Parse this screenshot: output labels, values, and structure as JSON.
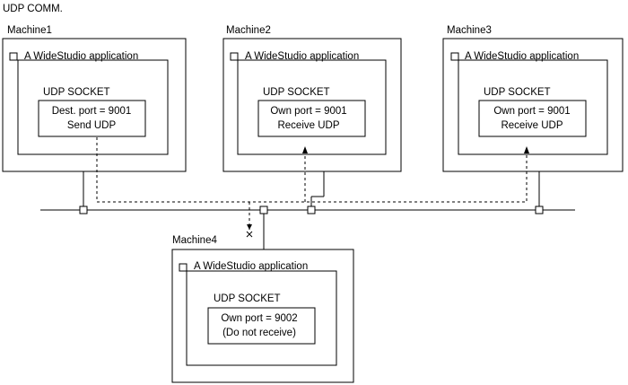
{
  "title": "UDP COMM.",
  "machines": [
    {
      "name": "Machine1",
      "app": "A WideStudio application",
      "socket": "UDP SOCKET",
      "line1": "Dest. port = 9001",
      "line2": "Send UDP"
    },
    {
      "name": "Machine2",
      "app": "A WideStudio application",
      "socket": "UDP SOCKET",
      "line1": "Own port = 9001",
      "line2": "Receive UDP"
    },
    {
      "name": "Machine3",
      "app": "A WideStudio application",
      "socket": "UDP SOCKET",
      "line1": "Own port = 9001",
      "line2": "Receive UDP"
    },
    {
      "name": "Machine4",
      "app": "A WideStudio application",
      "socket": "UDP SOCKET",
      "line1": "Own port = 9002",
      "line2": "(Do not receive)"
    }
  ],
  "colors": {
    "line": "#000000",
    "background": "#ffffff"
  },
  "icons": {
    "blocked": "x-mark"
  }
}
